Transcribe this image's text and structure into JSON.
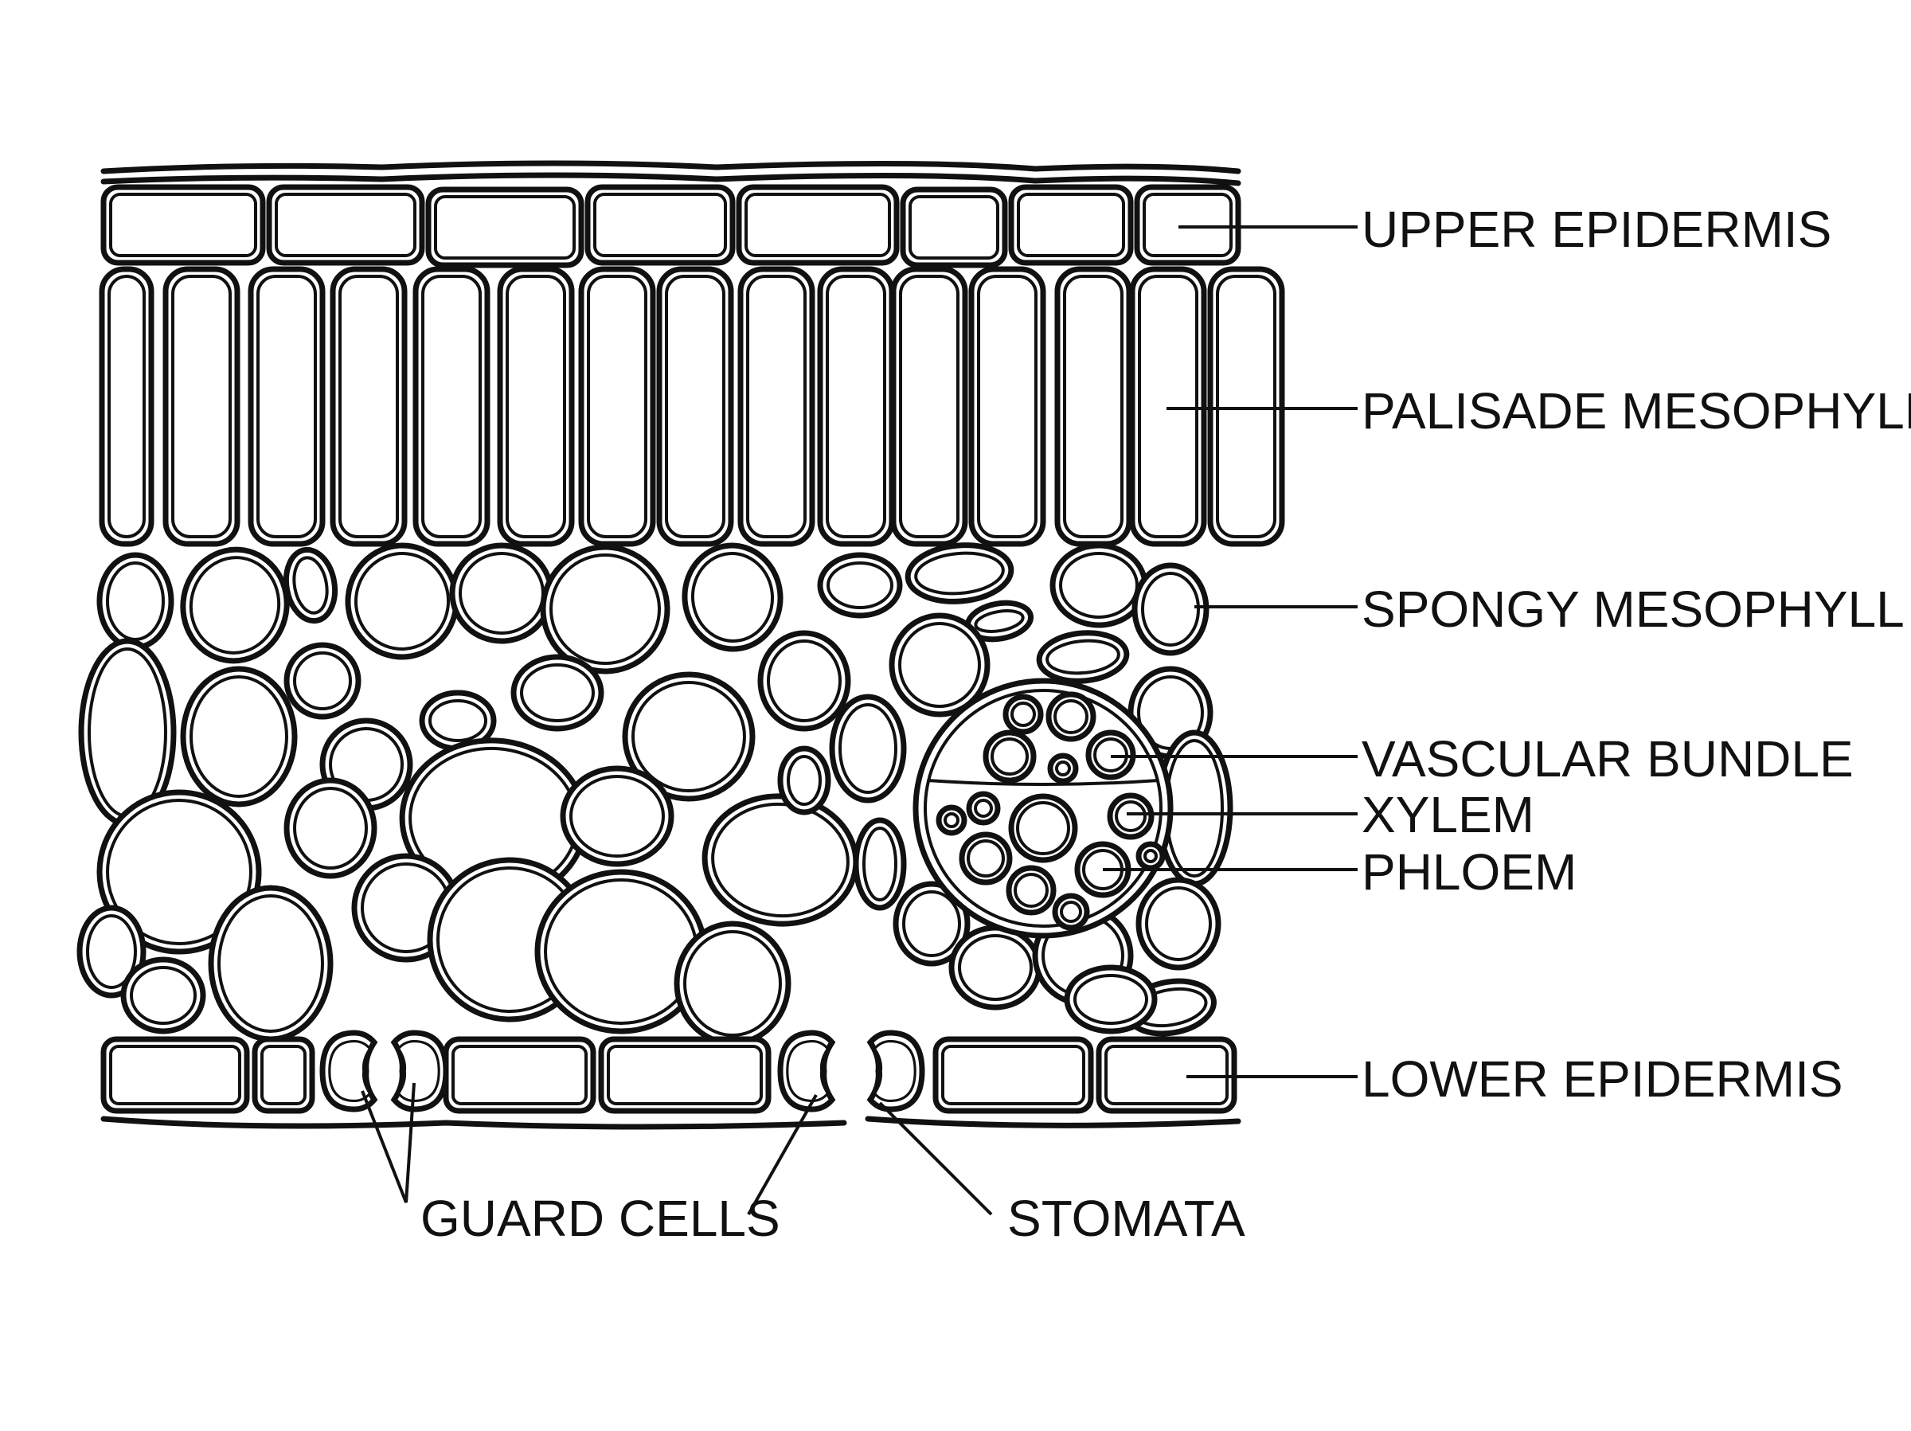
{
  "labels": {
    "upper_epidermis": "UPPER EPIDERMIS",
    "palisade_mesophyll": "PALISADE MESOPHYLL",
    "spongy_mesophyll": "SPONGY MESOPHYLL",
    "vascular_bundle": "VASCULAR BUNDLE",
    "xylem": "XYLEM",
    "phloem": "PHLOEM",
    "lower_epidermis": "LOWER EPIDERMIS",
    "guard_cells": "GUARD CELLS",
    "stomata": "STOMATA"
  },
  "colors": {
    "ink": "#111111",
    "background": "#ffffff"
  }
}
